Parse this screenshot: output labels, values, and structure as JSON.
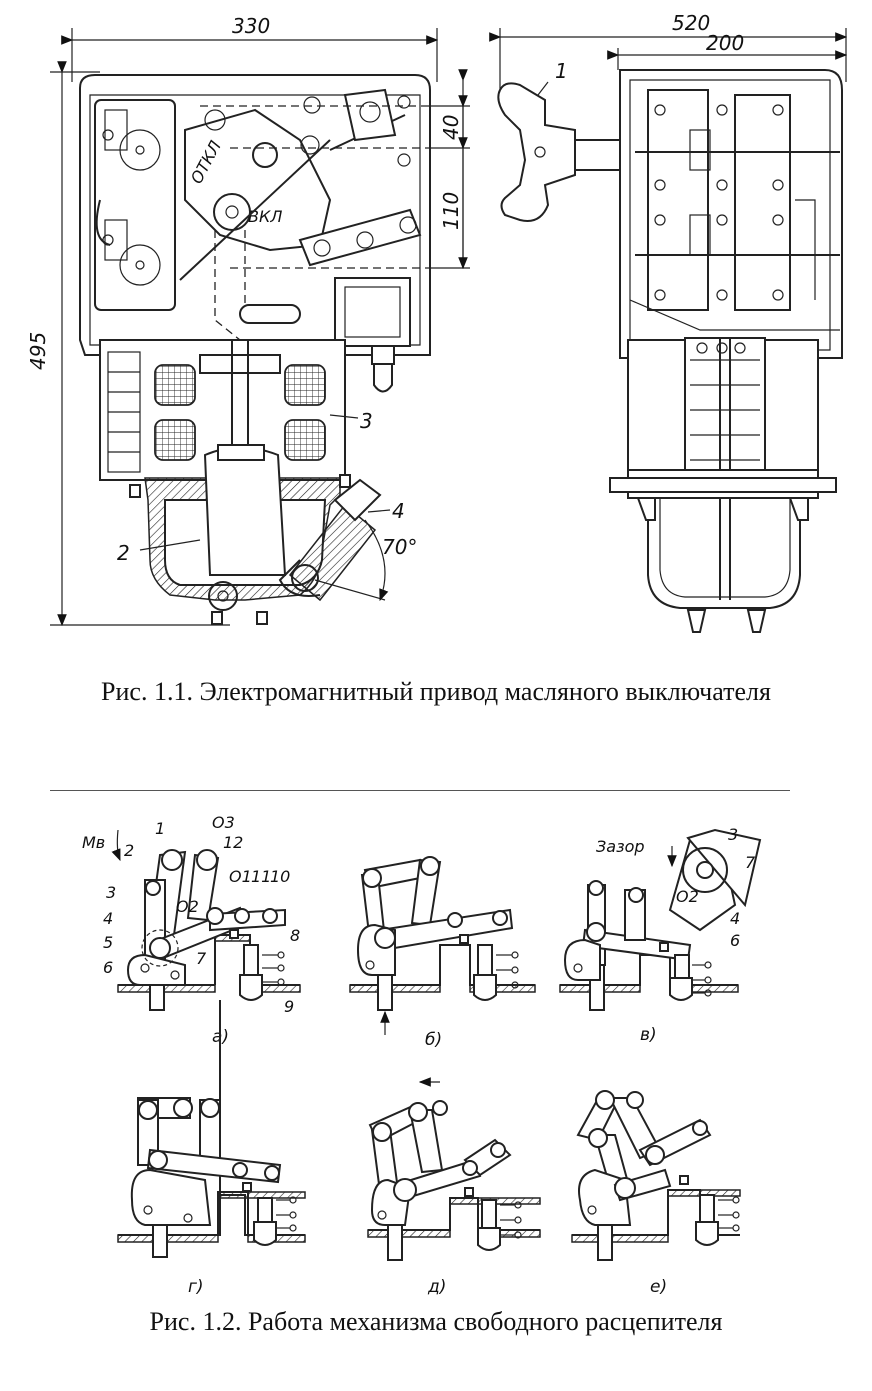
{
  "figure1": {
    "caption": "Рис. 1.1. Электромагнитный привод масляного выключателя",
    "dimensions": {
      "width_front": "330",
      "width_side_total": "520",
      "width_side_inner": "200",
      "height_total": "495",
      "dim_40": "40",
      "dim_110": "110",
      "angle": "70°"
    },
    "labels": {
      "otkl": "ОТКЛ",
      "vkl": "ВКЛ",
      "part_1": "1",
      "part_2": "2",
      "part_3": "3",
      "part_4": "4"
    }
  },
  "figure2": {
    "caption": "Рис. 1.2. Работа механизма свободного расцепителя",
    "moment_label": "Mв",
    "gap_label": "Зазор",
    "labels_a": [
      "1",
      "2",
      "3",
      "4",
      "5",
      "6",
      "7",
      "8",
      "9",
      "10",
      "11",
      "12"
    ],
    "label_o1": "O1",
    "label_o2": "O2",
    "label_o3": "O3",
    "labels_v": [
      "3",
      "7",
      "4",
      "6"
    ],
    "label_o2_v": "O2",
    "subfigures": [
      "а)",
      "б)",
      "в)",
      "г)",
      "д)",
      "е)"
    ]
  }
}
